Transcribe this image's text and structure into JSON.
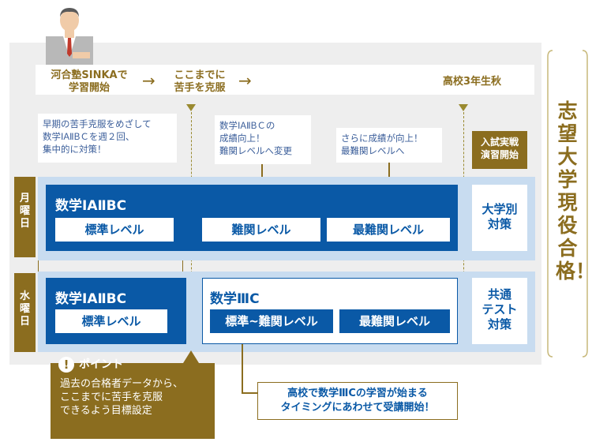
{
  "timeline": {
    "start": "河合塾SINKAで\n学習開始",
    "arrow": "→",
    "middle": "ここまでに\n苦手を克服",
    "end": "高校3年生秋"
  },
  "callouts": {
    "early": "早期の苦手克服をめざして\n数学ⅠAⅡBＣを週２回、\n集中的に対策！",
    "grade_up": "数学ⅠAⅡBＣの\n成績向上！\n難関レベルへ変更",
    "further_up": "さらに成績が向上！\n最難関レベルへ"
  },
  "exam_practice_label": "入試実戦\n演習開始",
  "rows": {
    "monday": {
      "day": "月\n曜\n日",
      "subject": "数学ⅠAⅡBC",
      "levels": [
        "標準レベル",
        "難関レベル",
        "最難関レベル"
      ],
      "right": "大学別\n対策"
    },
    "wednesday": {
      "day": "水\n曜\n日",
      "subject1": "数学ⅠAⅡBC",
      "level1": "標準レベル",
      "subject2": "数学ⅢC",
      "levels2": [
        "標準~難関レベル",
        "最難関レベル"
      ],
      "right": "共通\nテスト\n対策"
    }
  },
  "goal": "志望大学現役合格！",
  "point": {
    "icon": "!",
    "title": "ポイント",
    "body": "過去の合格者データから、\nここまでに苦手を克服\nできるよう目標設定"
  },
  "bottom_callout": "高校で数学ⅢCの学習が始まる\nタイミングにあわせて受講開始！",
  "colors": {
    "brown": "#8b6d1f",
    "blue": "#0a59a6",
    "light_blue": "#c8dcf0",
    "panel": "#eeeeee"
  }
}
